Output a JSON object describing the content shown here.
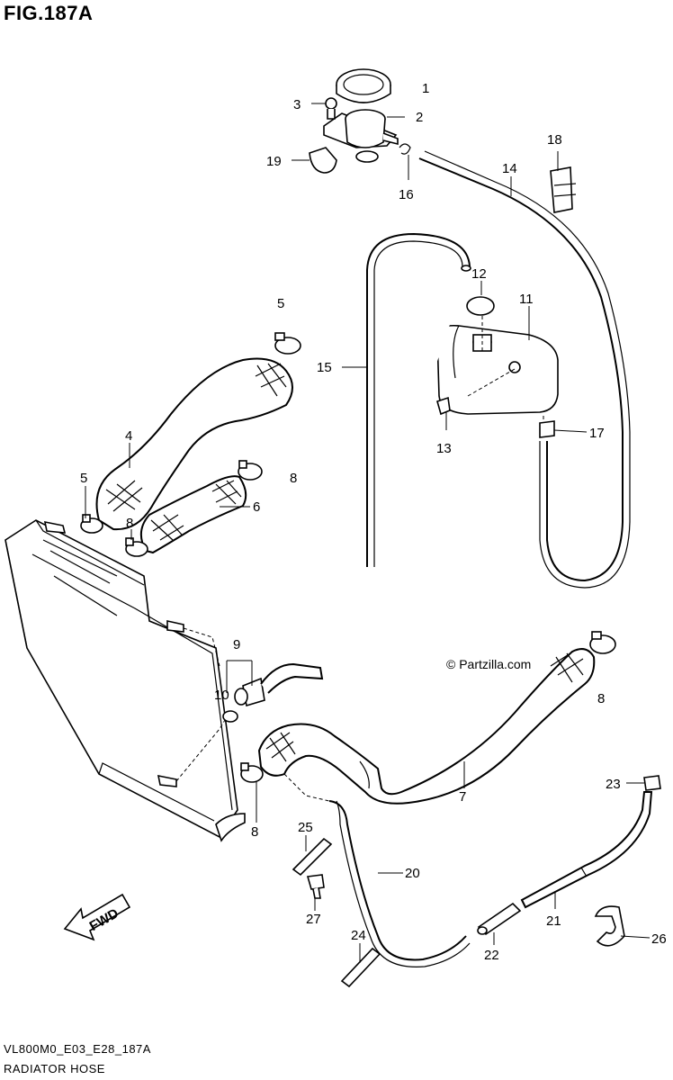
{
  "figure": {
    "title": "FIG.187A"
  },
  "watermark": "© Partzilla.com",
  "footer": {
    "code": "VL800M0_E03_E28_187A",
    "name": "RADIATOR HOSE"
  },
  "fwd_label": "FWD",
  "callouts": [
    "1",
    "2",
    "3",
    "19",
    "16",
    "18",
    "14",
    "12",
    "11",
    "5",
    "15",
    "4",
    "13",
    "17",
    "5",
    "8",
    "6",
    "8",
    "9",
    "10",
    "8",
    "7",
    "23",
    "8",
    "25",
    "20",
    "21",
    "27",
    "22",
    "24",
    "26"
  ]
}
